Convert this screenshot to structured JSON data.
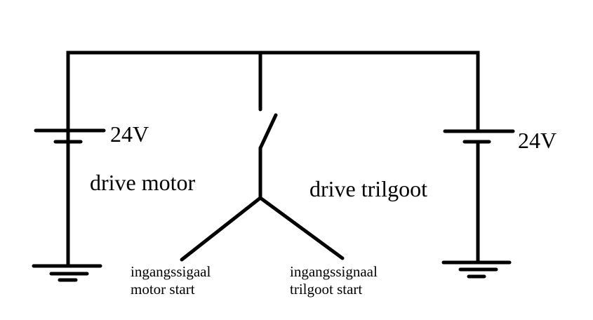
{
  "diagram": {
    "type": "circuit-schematic",
    "colors": {
      "background": "#ffffff",
      "ink": "#000000"
    },
    "components": {
      "left_battery": {
        "symbol": "battery-icon",
        "voltage_label": "24V"
      },
      "right_battery": {
        "symbol": "battery-icon",
        "voltage_label": "24V"
      },
      "switch": {
        "symbol": "switch-open-icon",
        "state": "open"
      },
      "left_ground": {
        "symbol": "ground-icon"
      },
      "right_ground": {
        "symbol": "ground-icon"
      }
    },
    "labels": {
      "left_circuit": "drive motor",
      "right_circuit": "drive trilgoot",
      "left_input": {
        "line1": "ingangssigaal",
        "line2": "motor start"
      },
      "right_input": {
        "line1": "ingangssignaal",
        "line2": "trilgoot start"
      }
    }
  }
}
